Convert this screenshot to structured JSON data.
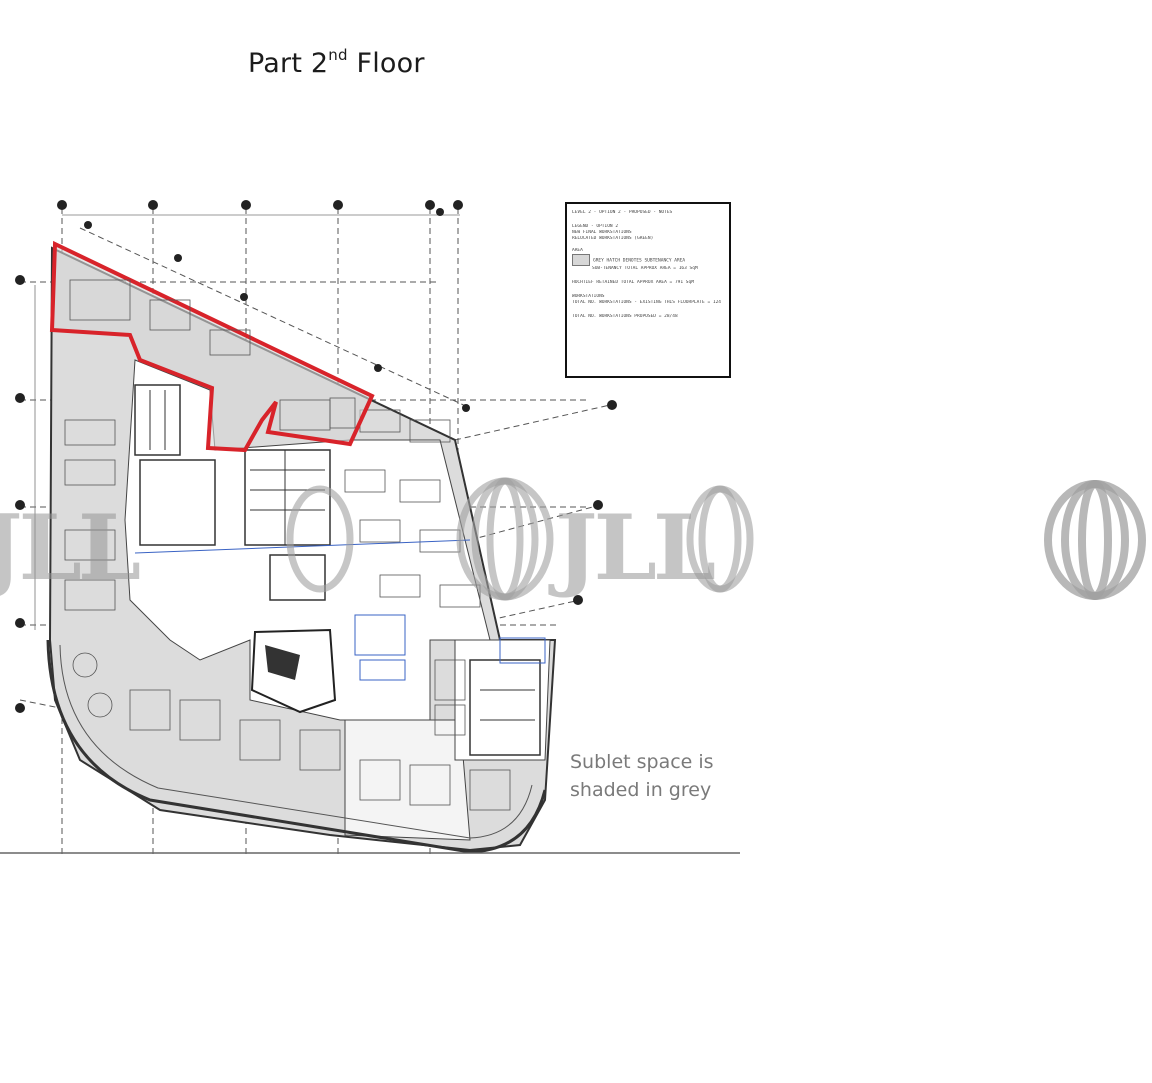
{
  "title": {
    "text": "Part 2",
    "sup": "nd",
    "rest": " Floor"
  },
  "caption": "Sublet space is\nshaded in grey",
  "watermark": {
    "text": "JLL"
  },
  "notes_box": {
    "line1": "LEVEL 2 - OPTION 2 - PROPOSED - NOTES",
    "line2": "LEGEND - OPTION 2",
    "line3": "NEW FINAL WORKSTATIONS",
    "line4": "RELOCATED WORKSTATIONS (GREEN)",
    "line5": "AREA",
    "line6": "GREY HATCH DENOTES SUBTENANCY AREA",
    "line7": "SUB-TENANCY TOTAL APPROX AREA = 163 SqM",
    "line8": "HOCHTIEF RETAINED TOTAL APPROX AREA = 791 SqM",
    "line9": "WORKSTATIONS",
    "line10": "TOTAL NO. WORKSTATIONS - EXISTING THIS FLOORPLATE = 124",
    "line11": "TOTAL NO. WORKSTATIONS PROPOSED = 28/48"
  },
  "colors": {
    "highlight": "#d8232a",
    "grey_fill": "#d6d6d6",
    "line": "#333333"
  }
}
